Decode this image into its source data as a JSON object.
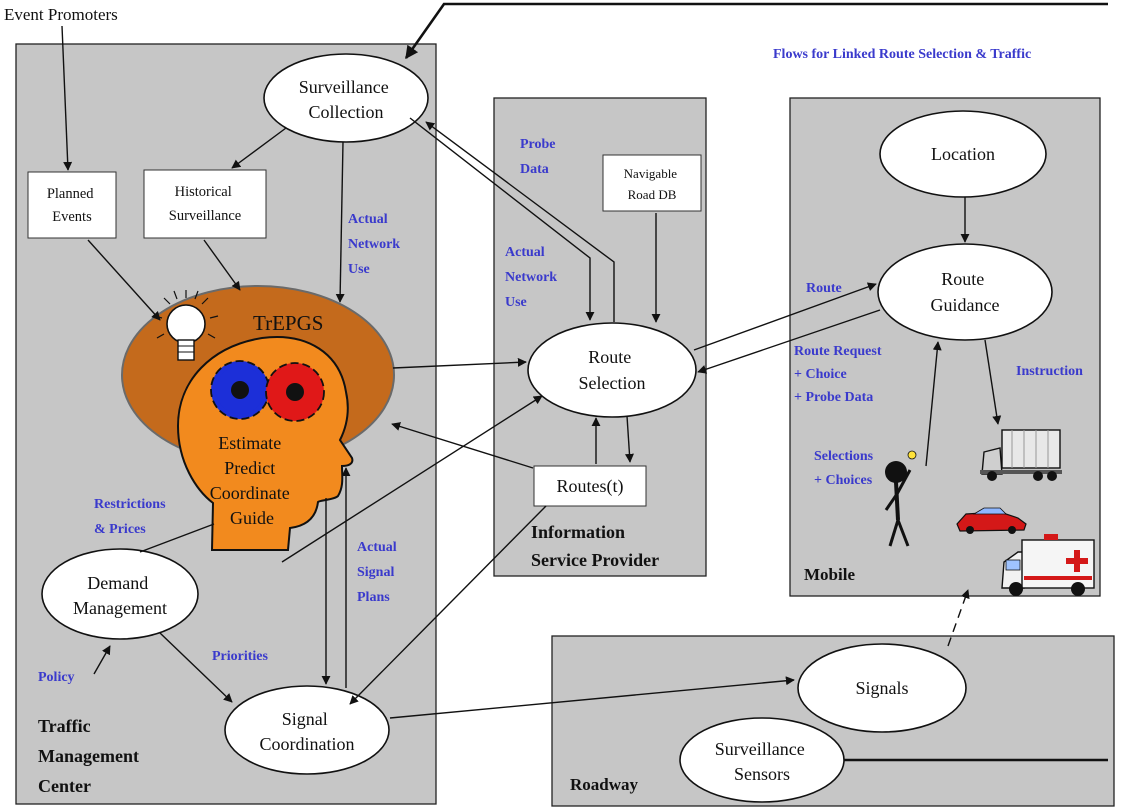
{
  "header_label": "Event Promoters",
  "figure_caption": "Flows for Linked Route Selection & Traffic",
  "panels": {
    "tmc": [
      "Traffic",
      "Management",
      "Center"
    ],
    "isp": [
      "Information",
      "Service Provider"
    ],
    "mobile": "Mobile",
    "roadway": "Roadway"
  },
  "nodes": {
    "surveillance_collection": [
      "Surveillance",
      "Collection"
    ],
    "planned_events": [
      "Planned",
      "Events"
    ],
    "historical_surveillance": [
      "Historical",
      "Surveillance"
    ],
    "trepgs": "TrEPGS",
    "head_functions": [
      "Estimate",
      "Predict",
      "Coordinate",
      "Guide"
    ],
    "demand_management": [
      "Demand",
      "Management"
    ],
    "signal_coordination": [
      "Signal",
      "Coordination"
    ],
    "navigable_road_db": [
      "Navigable",
      "Road DB"
    ],
    "route_selection": [
      "Route",
      "Selection"
    ],
    "routes_t": "Routes(t)",
    "location": "Location",
    "route_guidance": [
      "Route",
      "Guidance"
    ],
    "signals": "Signals",
    "surveillance_sensors": [
      "Surveillance",
      "Sensors"
    ]
  },
  "flow_labels": {
    "actual_network_use_tmc": [
      "Actual",
      "Network",
      "Use"
    ],
    "probe_data": [
      "Probe",
      "Data"
    ],
    "actual_network_use_isp": [
      "Actual",
      "Network",
      "Use"
    ],
    "restrictions_prices": [
      "Restrictions",
      "& Prices"
    ],
    "actual_signal_plans": [
      "Actual",
      "Signal",
      "Plans"
    ],
    "priorities": "Priorities",
    "policy": "Policy",
    "route": "Route",
    "route_request": [
      "Route Request",
      "+ Choice",
      "+ Probe Data"
    ],
    "instruction": "Instruction",
    "selections_choices": [
      "Selections",
      "+ Choices"
    ]
  },
  "colors": {
    "panel": "#c6c6c6",
    "trepgs_oval": "#c46a1c",
    "head": "#f28a1e",
    "gear_blue": "#1c2fd8",
    "gear_red": "#e01818",
    "flow_label": "#3a3acc"
  },
  "icons": [
    "light-bulb-icon",
    "gear-icon",
    "truck-icon",
    "car-icon",
    "ambulance-icon",
    "person-icon"
  ]
}
